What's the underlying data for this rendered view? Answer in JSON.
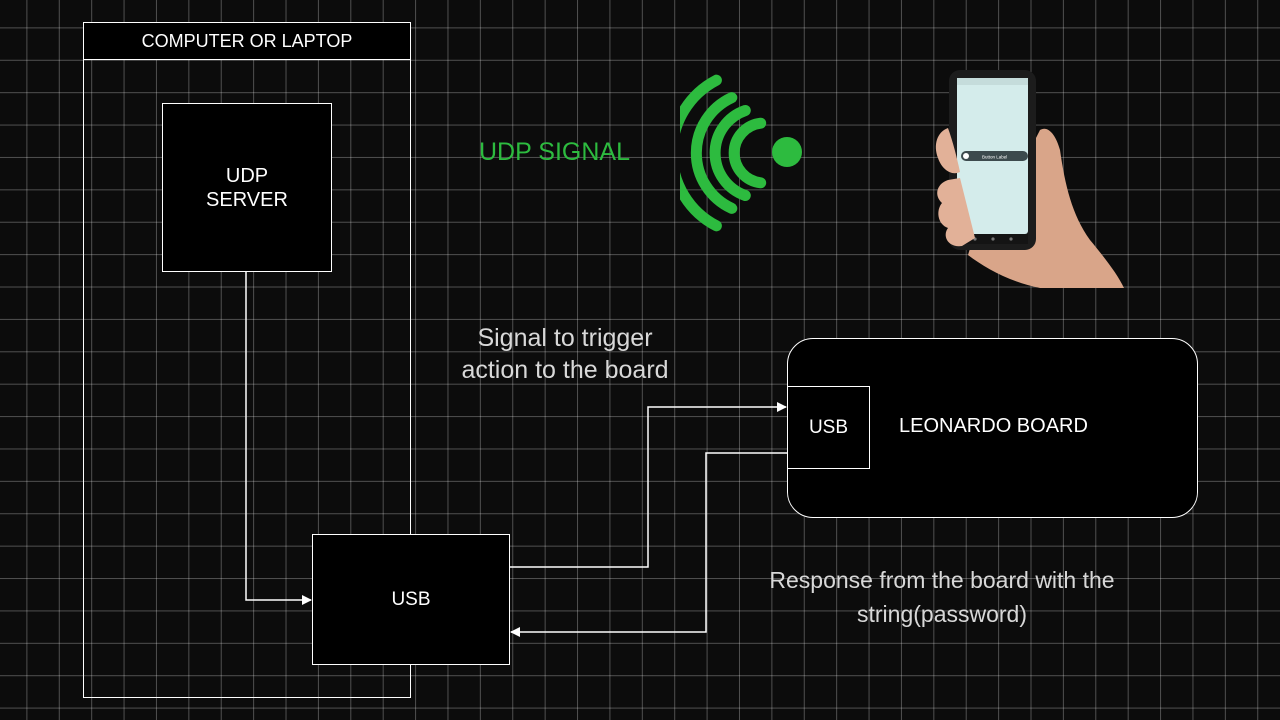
{
  "computer": {
    "title": "COMPUTER OR LAPTOP"
  },
  "udp_server": {
    "line1": "UDP",
    "line2": "SERVER"
  },
  "usb_computer": {
    "label": "USB"
  },
  "udp_signal": {
    "label": "UDP SIGNAL",
    "color": "#2dbb3f",
    "icon": "wifi-signal-icon"
  },
  "phone": {
    "icon": "hand-holding-phone-icon",
    "screen_color": "#d4eceb",
    "pill_text": "Button Label"
  },
  "signal_text": {
    "line1": "Signal to trigger",
    "line2": "action to the board"
  },
  "leonardo": {
    "title": "LEONARDO BOARD",
    "usb_label": "USB"
  },
  "response_text": {
    "line1": "Response from the board with the",
    "line2": "string(password)"
  },
  "colors": {
    "background": "#0c0c0c",
    "grid": "#4a4a4a",
    "box_fill": "#000000",
    "stroke": "#ffffff",
    "accent_green": "#2dbb3f"
  }
}
